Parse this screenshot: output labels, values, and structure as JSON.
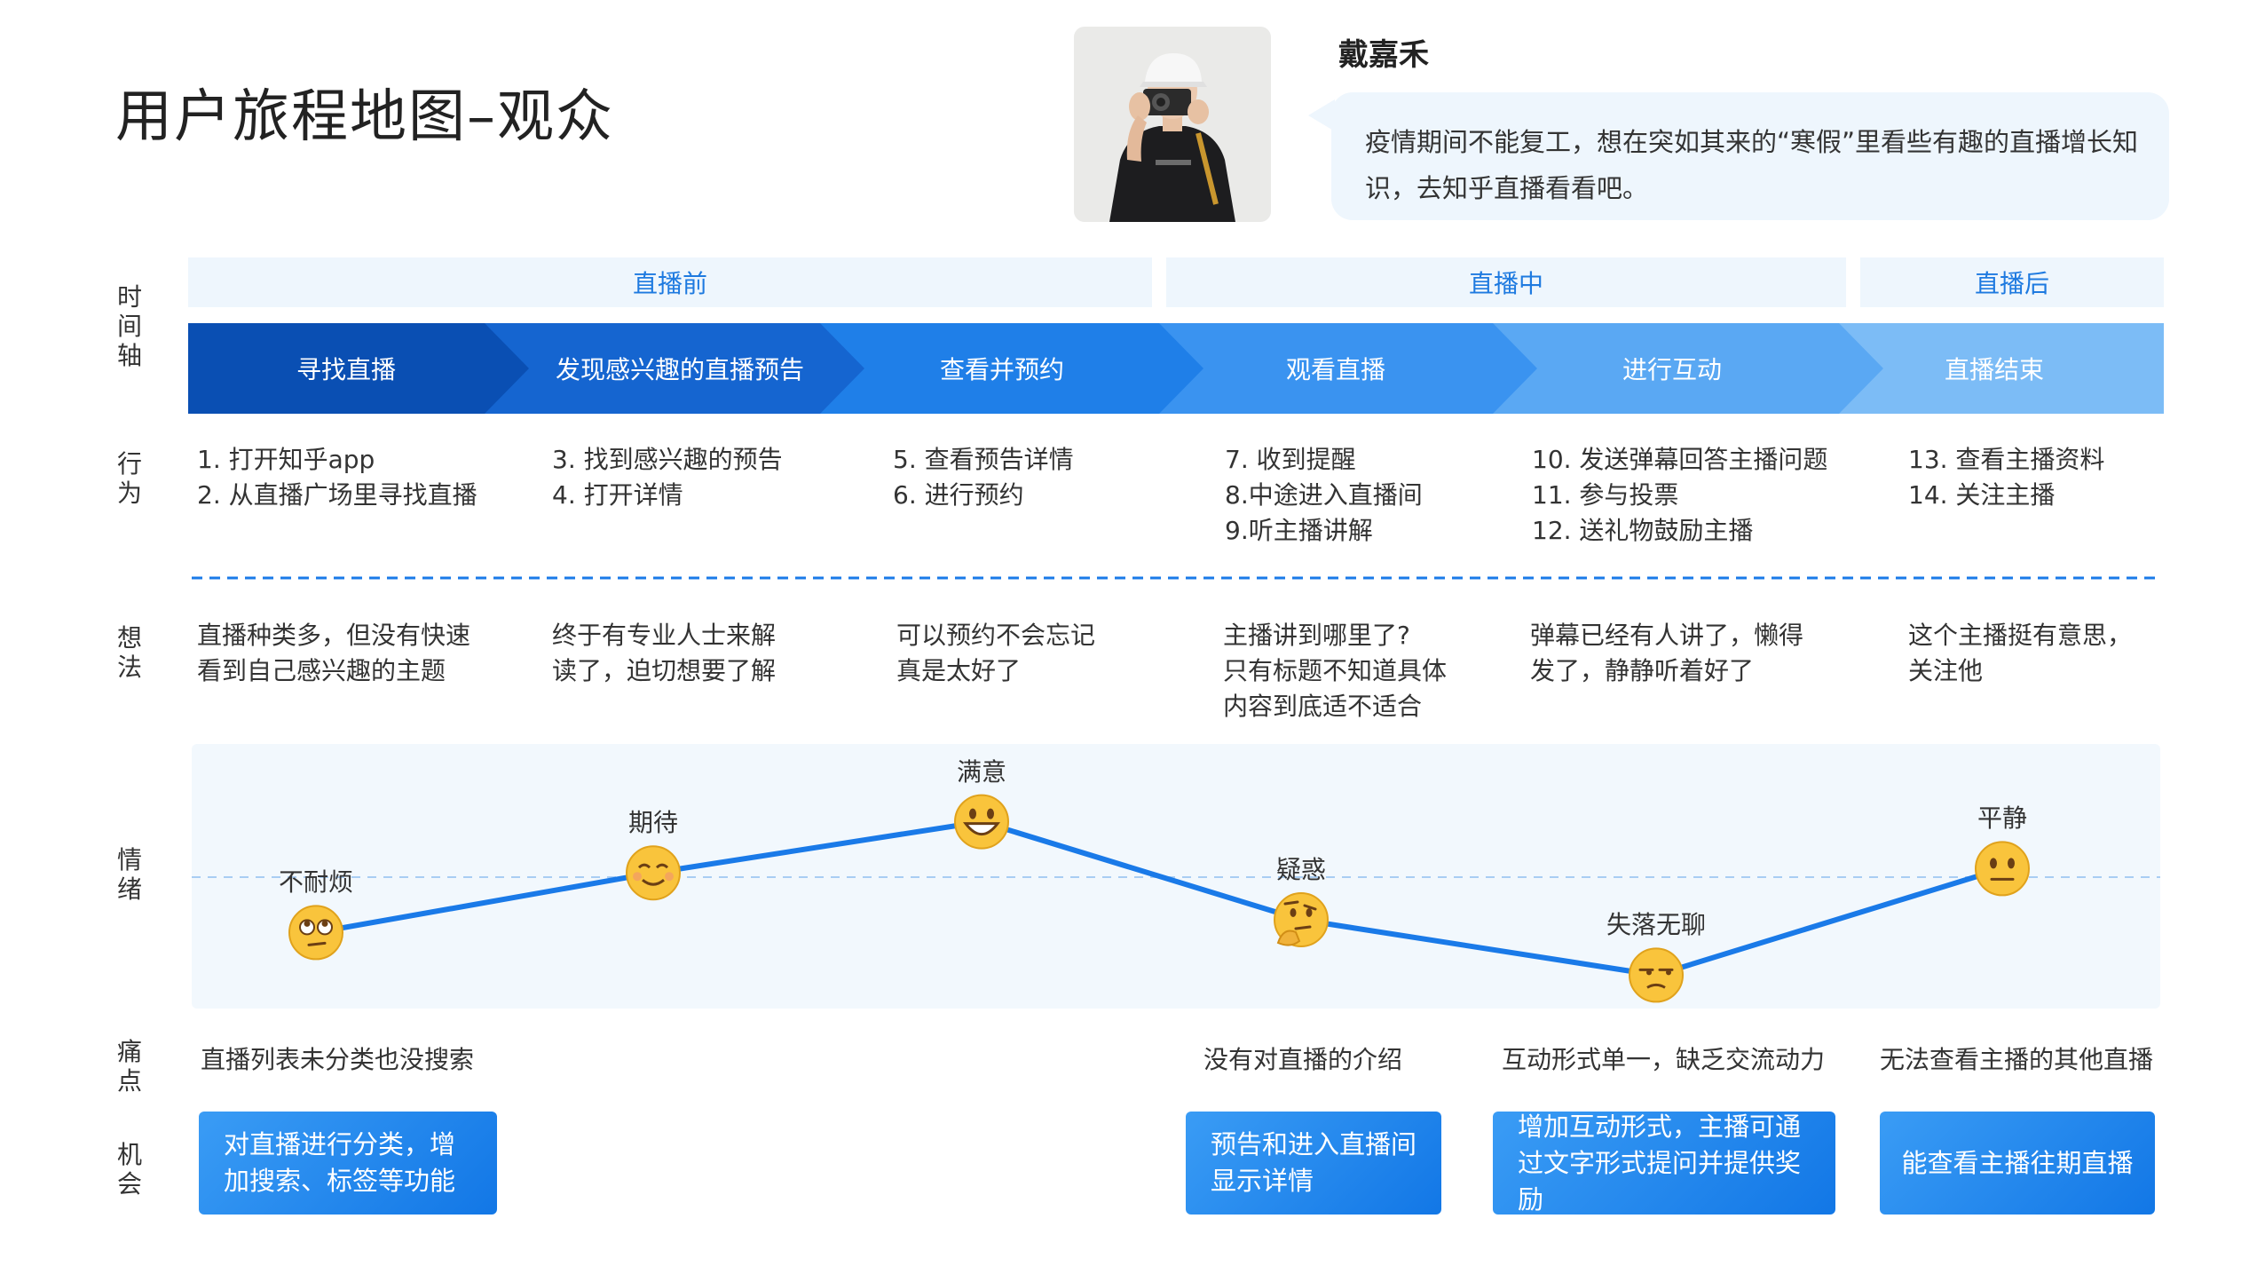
{
  "title": "用户旅程地图–观众",
  "persona": {
    "name": "戴嘉禾",
    "quote": "疫情期间不能复工，想在突如其来的“寒假”里看些有趣的直播增长知识，去知乎直播看看吧。"
  },
  "row_labels": {
    "timeline": "时间轴",
    "actions": "行为",
    "thoughts": "想法",
    "emotions": "情绪",
    "pain_points": "痛点",
    "opportunities": "机会"
  },
  "phases": [
    "直播前",
    "直播中",
    "直播后"
  ],
  "stages": [
    "寻找直播",
    "发现感兴趣的直播预告",
    "查看并预约",
    "观看直播",
    "进行互动",
    "直播结束"
  ],
  "actions": [
    [
      "1. 打开知乎app",
      "2. 从直播广场里寻找直播"
    ],
    [
      "3. 找到感兴趣的预告",
      "4. 打开详情"
    ],
    [
      "5. 查看预告详情",
      "6. 进行预约"
    ],
    [
      "7. 收到提醒",
      "8.中途进入直播间",
      "9.听主播讲解"
    ],
    [
      "10. 发送弹幕回答主播问题",
      "11. 参与投票",
      "12. 送礼物鼓励主播"
    ],
    [
      "13. 查看主播资料",
      "14. 关注主播"
    ]
  ],
  "thoughts": [
    [
      "直播种类多，但没有快速",
      "看到自己感兴趣的主题"
    ],
    [
      "终于有专业人士来解",
      "读了，迫切想要了解"
    ],
    [
      "可以预约不会忘记",
      "真是太好了"
    ],
    [
      "主播讲到哪里了?",
      "只有标题不知道具体",
      "内容到底适不适合"
    ],
    [
      "弹幕已经有人讲了，懒得",
      "发了，静静听着好了"
    ],
    [
      "这个主播挺有意思，",
      "关注他"
    ]
  ],
  "emotions": [
    {
      "label": "不耐烦",
      "icon": "eye-roll-face-icon",
      "level": -1.3
    },
    {
      "label": "期待",
      "icon": "smiling-face-icon",
      "level": 0.1
    },
    {
      "label": "满意",
      "icon": "grinning-face-icon",
      "level": 1.3
    },
    {
      "label": "疑惑",
      "icon": "thinking-face-icon",
      "level": -1.0
    },
    {
      "label": "失落无聊",
      "icon": "unamused-face-icon",
      "level": -2.3
    },
    {
      "label": "平静",
      "icon": "neutral-face-icon",
      "level": 0.2
    }
  ],
  "pain_points": [
    "直播列表未分类也没搜索",
    "",
    "",
    "没有对直播的介绍",
    "互动形式单一，缺乏交流动力",
    "无法查看主播的其他直播"
  ],
  "opportunities": [
    "对直播进行分类，增加搜索、标签等功能",
    "",
    "",
    "预告和进入直播间显示详情",
    "增加互动形式，主播可通过文字形式提问并提供奖励",
    "能查看主播往期直播"
  ],
  "colors": {
    "stage_gradient": [
      "#0a4fb3",
      "#1565d0",
      "#1f7fe8",
      "#3a93f0",
      "#5aa8f3",
      "#7cbcf6"
    ],
    "accent": "#1e7ae0",
    "curve": "#1a7ae8",
    "phase_bg": "#eef6fd",
    "emoji_fill": "#f9c43c"
  }
}
